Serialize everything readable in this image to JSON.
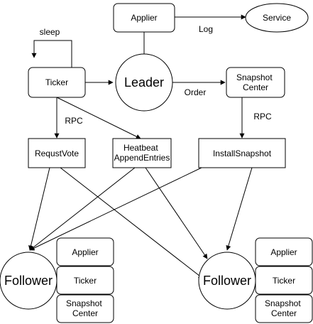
{
  "nodes": {
    "applier_top": "Applier",
    "service": "Service",
    "leader": "Leader",
    "ticker_top": "Ticker",
    "snapshot_center_top": [
      "Snapshot",
      "Center"
    ],
    "request_vote": "RequstVote",
    "heartbeat": [
      "Heatbeat",
      "AppendEntries"
    ],
    "install_snapshot": "InstallSnapshot",
    "follower_left": {
      "label": "Follower",
      "applier": "Applier",
      "ticker": "Ticker",
      "snapshot_center": [
        "Snapshot",
        "Center"
      ]
    },
    "follower_right": {
      "label": "Follower",
      "applier": "Applier",
      "ticker": "Ticker",
      "snapshot_center": [
        "Snapshot",
        "Center"
      ]
    }
  },
  "edge_labels": {
    "log": "Log",
    "sleep": "sleep",
    "order": "Order",
    "rpc_left": "RPC",
    "rpc_right": "RPC"
  },
  "colors": {
    "stroke": "#000000",
    "fill": "#ffffff"
  }
}
